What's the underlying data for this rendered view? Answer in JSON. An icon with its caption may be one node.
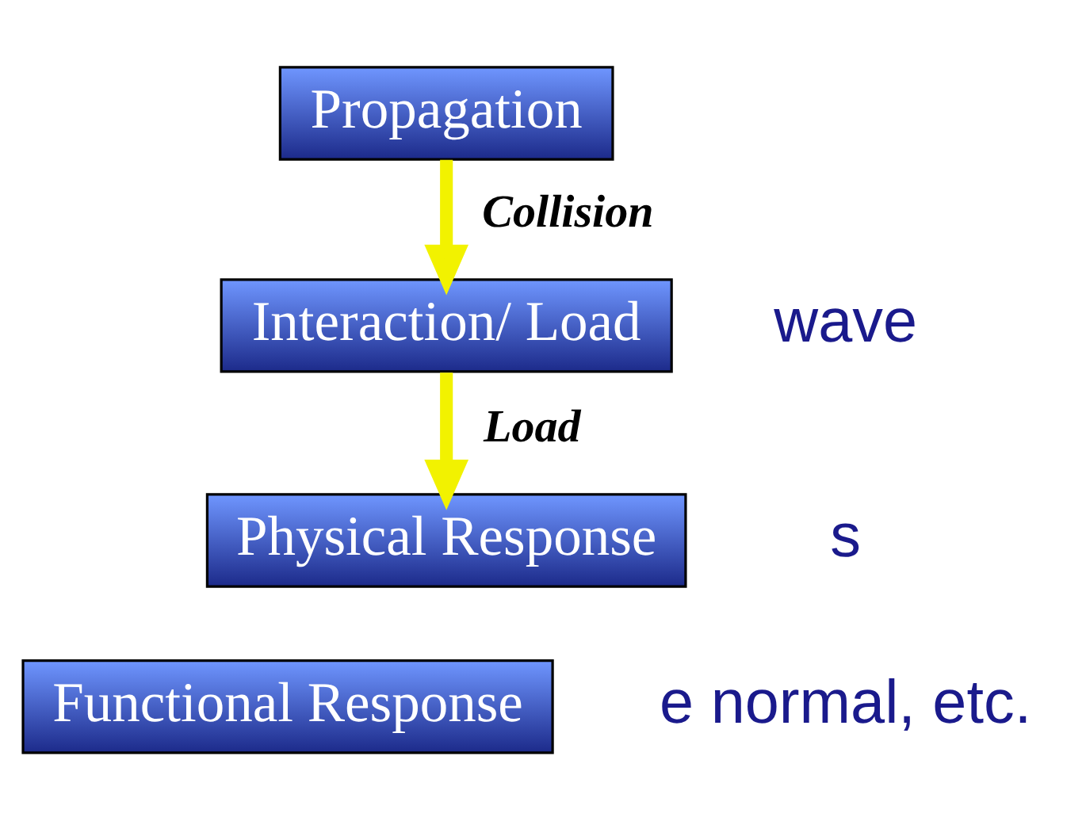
{
  "diagram": {
    "nodes": [
      {
        "text": [
          "Propagation"
        ]
      },
      {
        "text": [
          "Interaction/ Load"
        ]
      },
      {
        "text": [
          "Physical Response"
        ]
      },
      {
        "text": [
          "Functional Response"
        ]
      }
    ],
    "edges": [
      {
        "from": 0,
        "to": 1,
        "arrow": "to",
        "label": "Collision"
      },
      {
        "from": 1,
        "to": 2,
        "arrow": "to",
        "label": "Load"
      }
    ],
    "labels": [
      "wave",
      "s",
      "e normal, etc."
    ]
  }
}
